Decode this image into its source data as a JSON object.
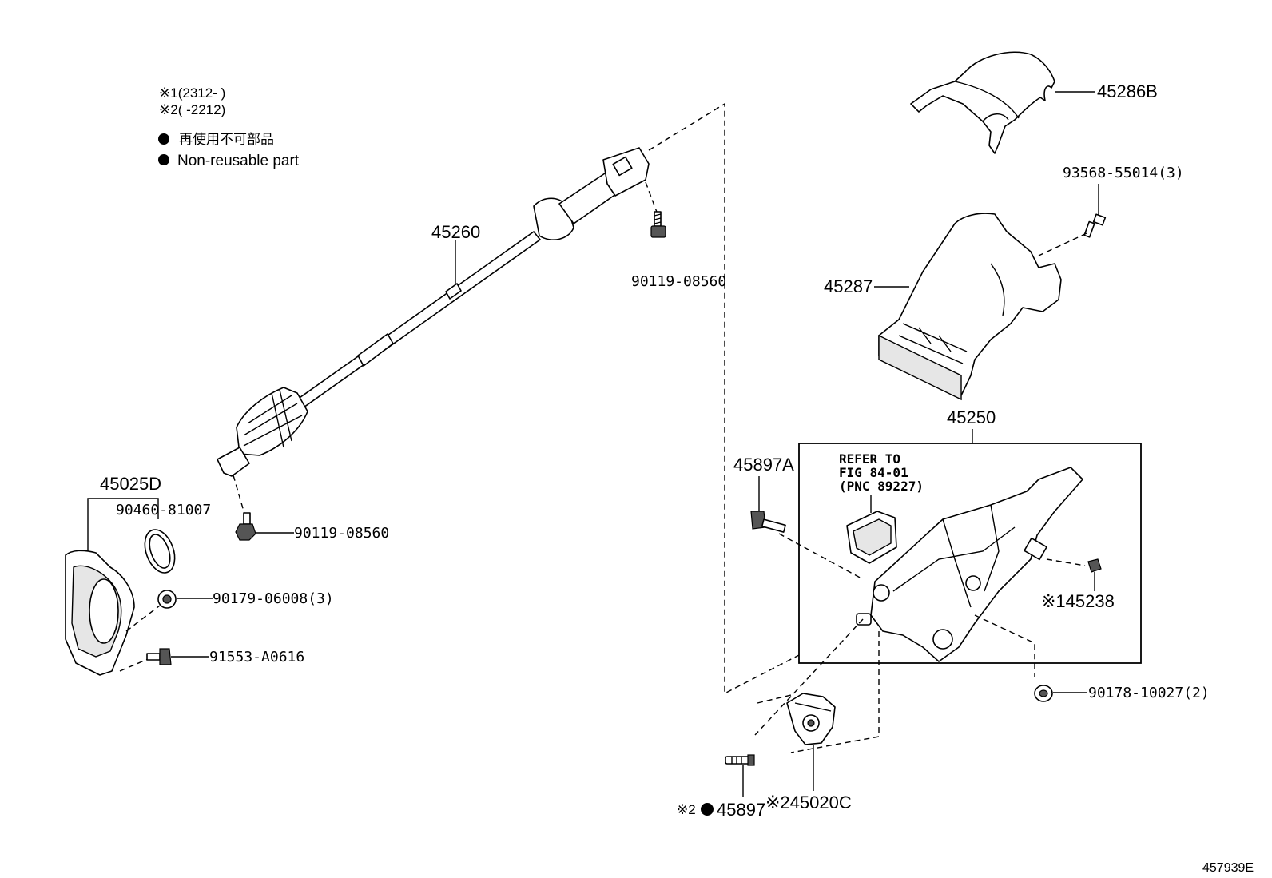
{
  "legend": {
    "note1": "※1(2312-      )",
    "note2": "※2(      -2212)",
    "bullet_jp": "再使用不可部品",
    "bullet_en": "Non-reusable part"
  },
  "refer_box": {
    "line1": "REFER TO",
    "line2": "FIG 84-01",
    "line3": "(PNC 89227)"
  },
  "figure_id": "457939E",
  "parts": {
    "p45286B": "45286B",
    "p93568": "93568-55014(3)",
    "p45287": "45287",
    "p45260": "45260",
    "p90119_top": "90119-08560",
    "p90119_bottom": "90119-08560",
    "p45025D": "45025D",
    "p90460": "90460-81007",
    "p90179": "90179-06008(3)",
    "p91553": "91553-A0616",
    "p45250": "45250",
    "p45897A": "45897A",
    "p45238": "※145238",
    "p90178": "90178-10027(2)",
    "p45897_prefix": "※2",
    "p45897": "45897",
    "p45020C": "※245020C"
  },
  "icons": {
    "bullet": "filled-circle"
  }
}
